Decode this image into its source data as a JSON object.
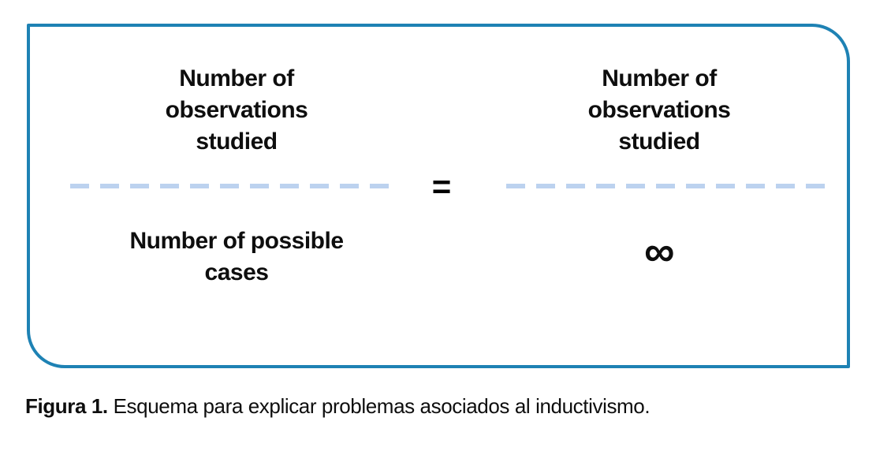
{
  "figure": {
    "colors": {
      "frame_border": "#1e82b4",
      "fraction_bar_dash": "#bcd2ef",
      "text": "#0e0e0e"
    },
    "equation": {
      "left": {
        "numerator_lines": [
          "Number of",
          "observations",
          "studied"
        ],
        "denominator_lines": [
          "Number of possible",
          "cases"
        ]
      },
      "equals_sign": "=",
      "right": {
        "numerator_lines": [
          "Number of",
          "observations",
          "studied"
        ],
        "denominator_symbol": "∞"
      }
    },
    "caption": {
      "label": "Figura 1.",
      "text": "Esquema para explicar problemas asociados al inductivismo."
    }
  }
}
